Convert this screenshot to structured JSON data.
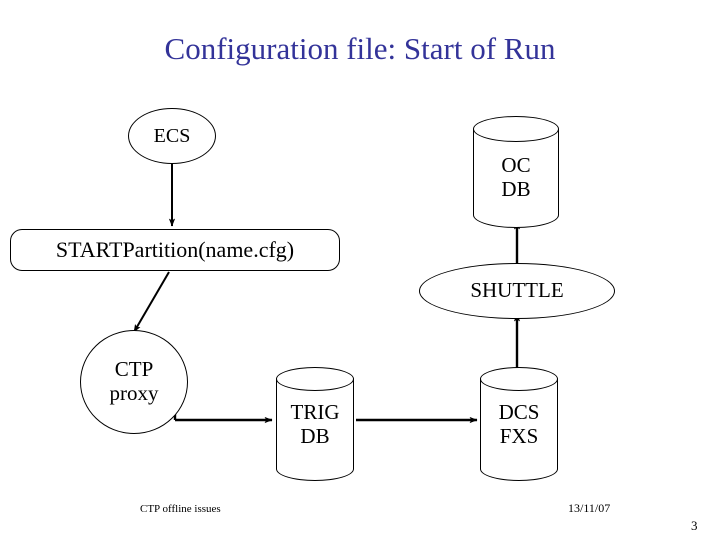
{
  "slide": {
    "title": "Configuration file: Start of Run",
    "title_color": "#333399",
    "background_color": "#ffffff",
    "line_color": "#000000"
  },
  "diagram": {
    "nodes": [
      {
        "id": "ecs",
        "label": "ECS",
        "shape": "ellipse"
      },
      {
        "id": "startpartition",
        "label": "STARTPartition(name.cfg)",
        "shape": "rounded-rect"
      },
      {
        "id": "ctp_proxy",
        "label": "CTP\nproxy",
        "shape": "ellipse"
      },
      {
        "id": "oc_db",
        "label": "OC\nDB",
        "shape": "cylinder"
      },
      {
        "id": "shuttle",
        "label": "SHUTTLE",
        "shape": "ellipse"
      },
      {
        "id": "trig_db",
        "label": "TRIG\nDB",
        "shape": "cylinder"
      },
      {
        "id": "dcs_fxs",
        "label": "DCS\nFXS",
        "shape": "cylinder"
      }
    ],
    "edges": [
      {
        "id": "ecs-to-startpartition",
        "from": "ecs",
        "to": "startpartition",
        "style": "straight-down",
        "arrow": "single"
      },
      {
        "id": "startpartition-to-ctp",
        "from": "startpartition",
        "to": "ctp_proxy",
        "style": "diagonal",
        "arrow": "single"
      },
      {
        "id": "ctp-trig-link",
        "from": "ctp_proxy",
        "to": "trig_db",
        "style": "elbow",
        "arrow": "double"
      },
      {
        "id": "trig-to-dcs",
        "from": "trig_db",
        "to": "dcs_fxs",
        "style": "straight-right",
        "arrow": "single"
      },
      {
        "id": "dcs-to-shuttle",
        "from": "dcs_fxs",
        "to": "shuttle",
        "style": "straight-up",
        "arrow": "single"
      },
      {
        "id": "shuttle-to-ocdb",
        "from": "shuttle",
        "to": "oc_db",
        "style": "straight-up",
        "arrow": "single"
      }
    ]
  },
  "footer": {
    "note": "CTP offline issues",
    "date": "13/11/07",
    "page_number": "3"
  }
}
